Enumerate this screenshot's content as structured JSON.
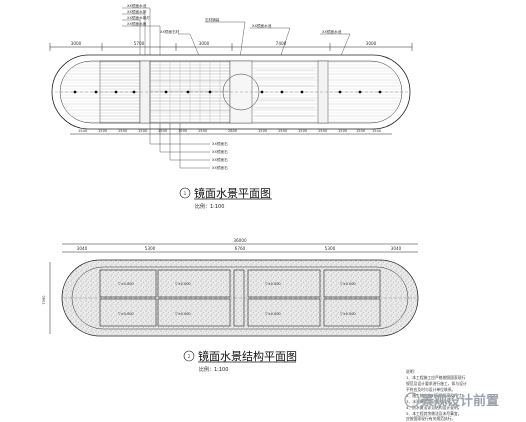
{
  "plan1": {
    "title": "镜面水景平面图",
    "number": "1",
    "scale": "比例：1:100",
    "dims_top": [
      "3000",
      "5700",
      "3000",
      "7400",
      "3000"
    ],
    "dims_bottom": [
      "1500",
      "1500",
      "1500",
      "1500",
      "1500",
      "1500",
      "1500",
      "2800",
      "1500",
      "1500",
      "1500",
      "1500",
      "1500",
      "1500",
      "1500",
      "1500"
    ],
    "callouts_top": [
      "XX镜面水池",
      "XX镜面水景",
      "XX镜面水景灯",
      "XX镜面水面",
      "XX镜面石材",
      "石材铺装",
      "XX镜面水池",
      "XX镜面水池"
    ],
    "callouts_bottom": [
      "XX镜面石",
      "XX镜面石",
      "XX镜面石",
      "XX镜面石"
    ]
  },
  "plan2": {
    "title": "镜面水景结构平面图",
    "number": "2",
    "scale": "比例：1:100",
    "dims_top": [
      "3040",
      "5300",
      "6760",
      "5300",
      "3040"
    ],
    "total_dim": "36000"
  },
  "notes": {
    "header": "说明：",
    "lines": [
      "1、本工程施工应严格按照国家现行",
      "规范及设计要求进行施工，如与设计",
      "不符应及时与设计单位联系。",
      "2、施工前应核对现场标高及尺寸。",
      "3、水池做法详见相关详图。",
      "4、防水做法详见结构设计说明。",
      "5、本工程其余做法及未尽事宜，",
      "应按国家现行有关规范执行。"
    ]
  },
  "watermark": "景观设计前置",
  "colors": {
    "line": "#222222",
    "gravel": "#e6e6e6",
    "water": "#ffffff"
  }
}
